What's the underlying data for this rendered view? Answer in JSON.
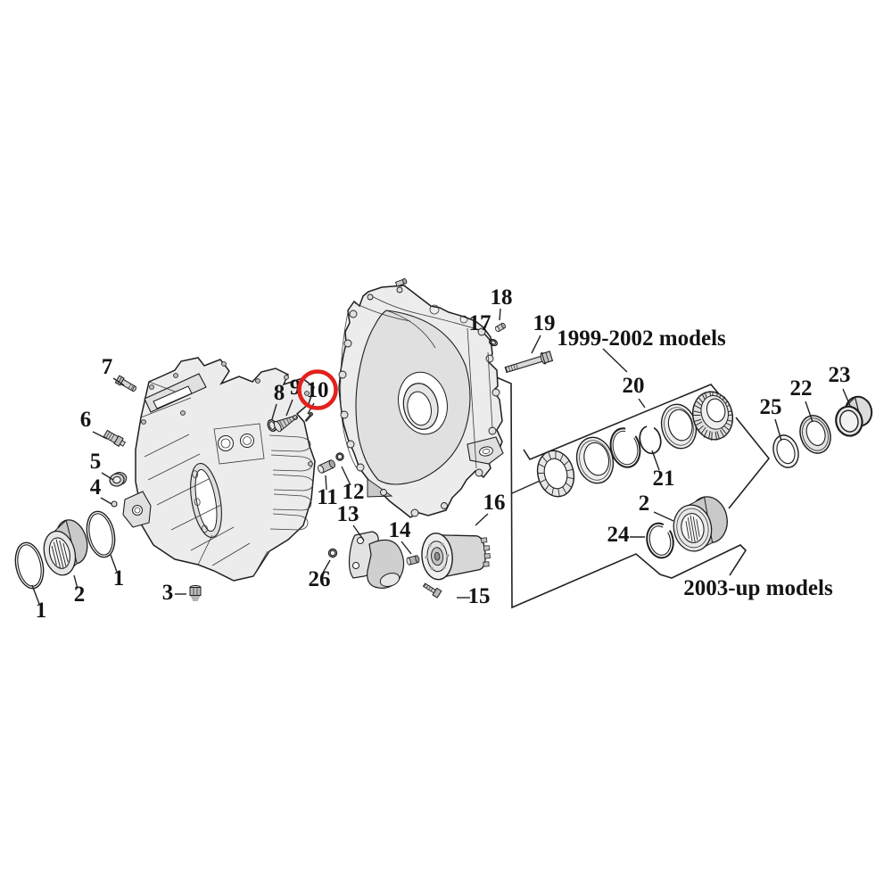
{
  "figure": {
    "kind": "exploded-parts-diagram",
    "background": "#ffffff"
  },
  "colors": {
    "line": "#1e1e1e",
    "fill_light": "#ececec",
    "fill_mid": "#d6d6d6",
    "fill_dark": "#bdbdbd",
    "highlight_red": "#e3201c"
  },
  "group_labels": {
    "models_1999_2002": "1999-2002 models",
    "models_2003_up": "2003-up models"
  },
  "highlight": {
    "circled_callout": "10"
  },
  "callouts": {
    "n1a": "1",
    "n1b": "1",
    "n2a": "2",
    "n2b": "2",
    "n3": "3",
    "n4": "4",
    "n5": "5",
    "n6": "6",
    "n7": "7",
    "n8": "8",
    "n9": "9",
    "n10": "10",
    "n11": "11",
    "n12": "12",
    "n13": "13",
    "n14": "14",
    "n15": "15",
    "n16": "16",
    "n17": "17",
    "n18": "18",
    "n19": "19",
    "n20": "20",
    "n21": "21",
    "n22": "22",
    "n23": "23",
    "n24": "24",
    "n25": "25",
    "n26": "26"
  }
}
